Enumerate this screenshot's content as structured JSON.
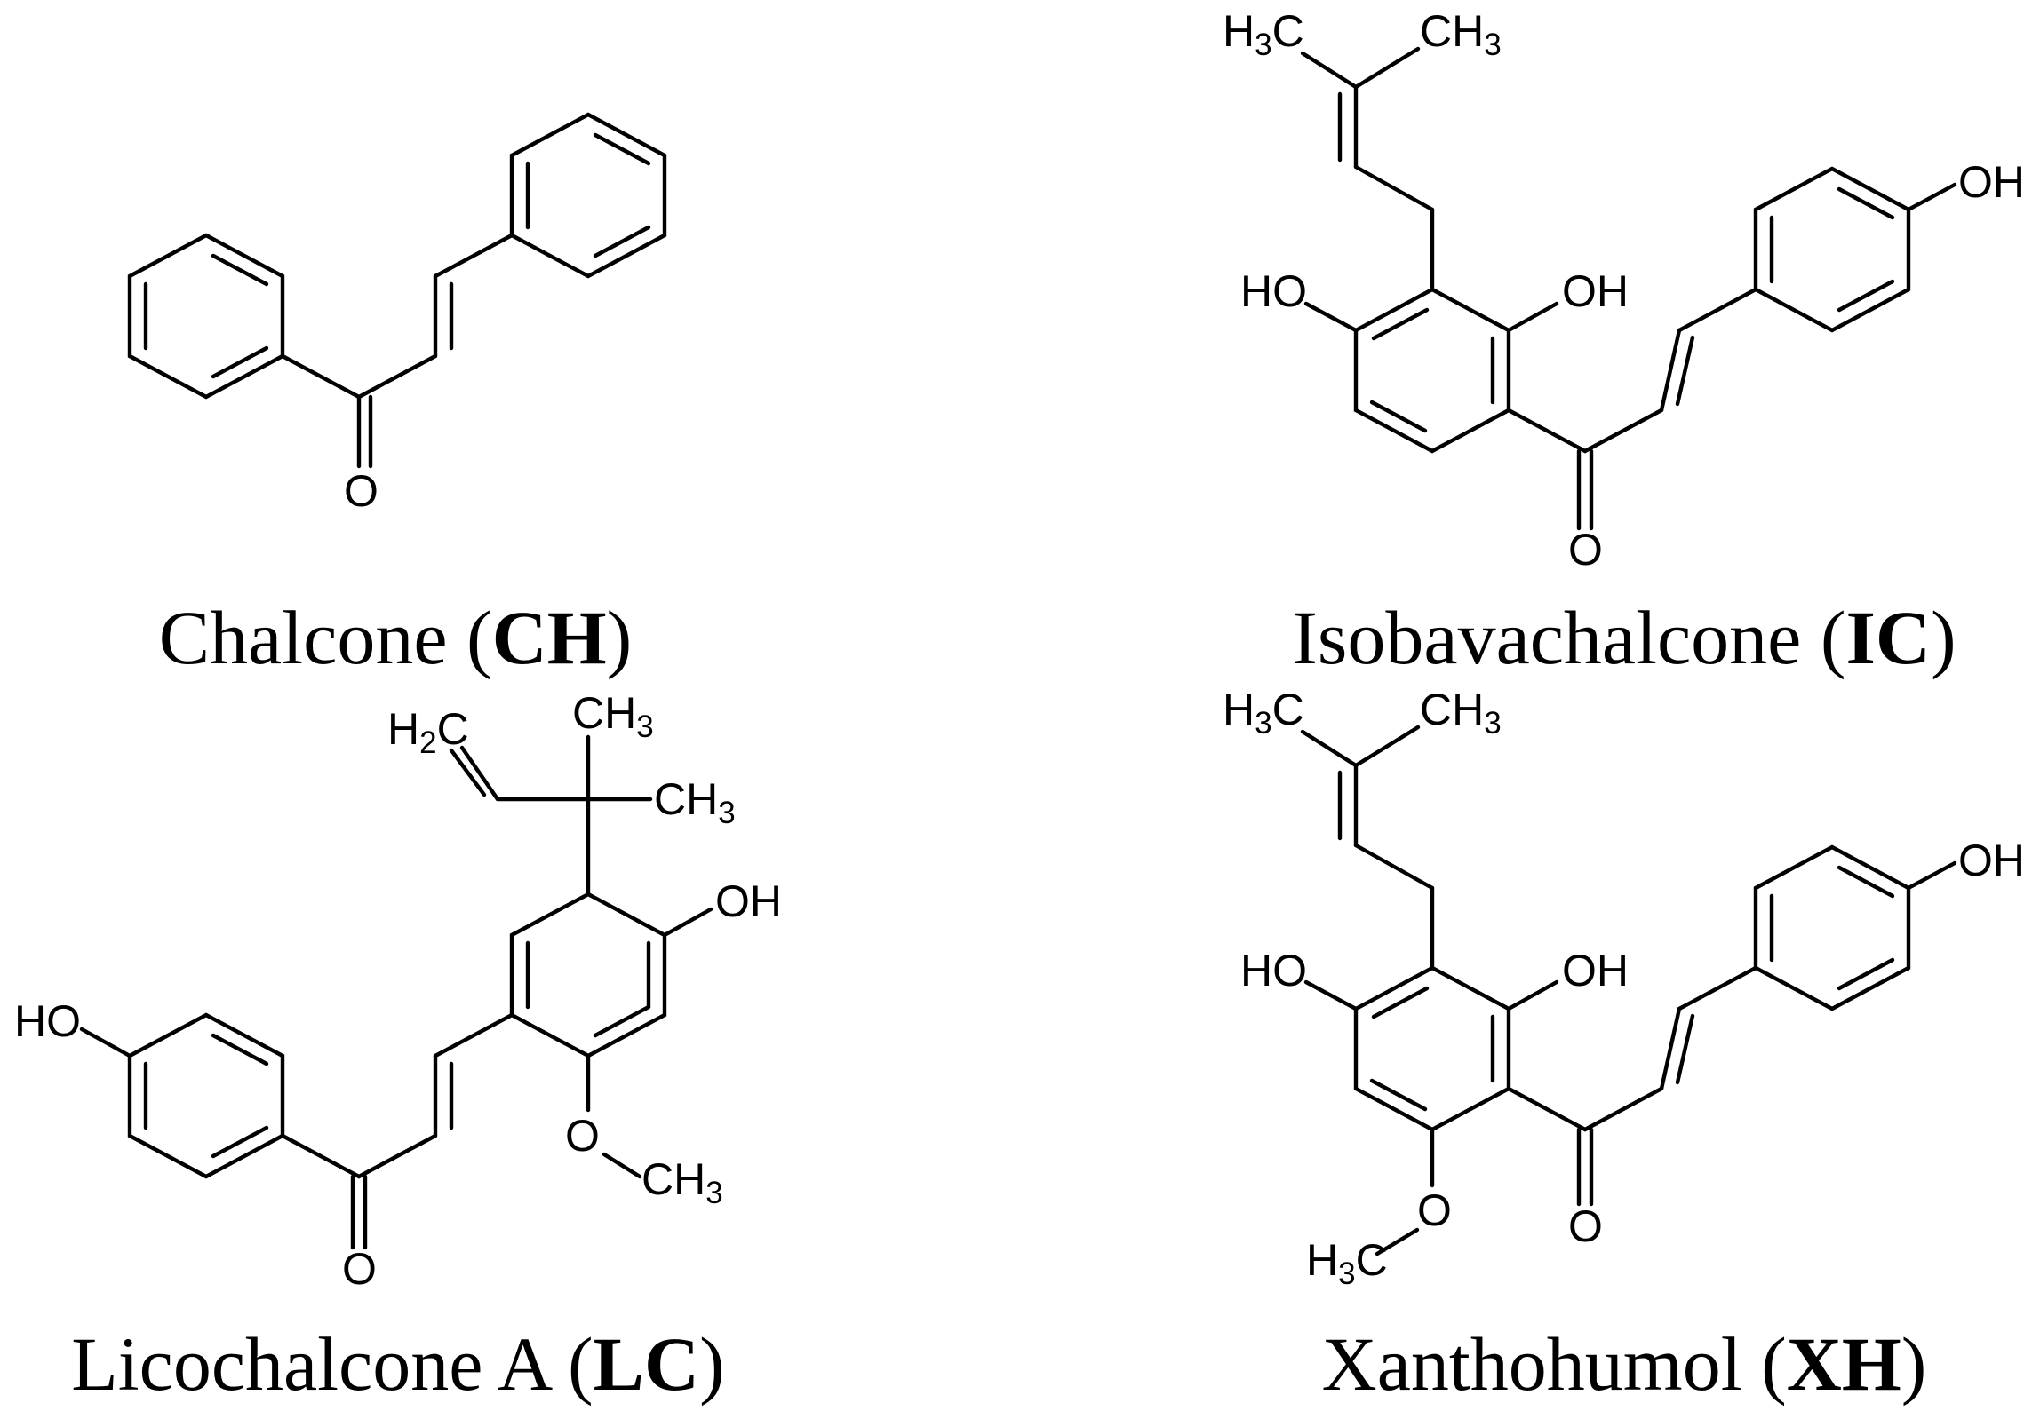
{
  "compounds": [
    {
      "name": "Chalcone",
      "code": "CH"
    },
    {
      "name": "Isobavachalcone",
      "code": "IC"
    },
    {
      "name": "Licochalcone A",
      "code": "LC"
    },
    {
      "name": "Xanthohumol",
      "code": "XH"
    }
  ],
  "atoms": {
    "O": "O",
    "OH": "OH",
    "HO": "HO",
    "H": "H",
    "C": "C",
    "two": "2",
    "three": "3"
  }
}
